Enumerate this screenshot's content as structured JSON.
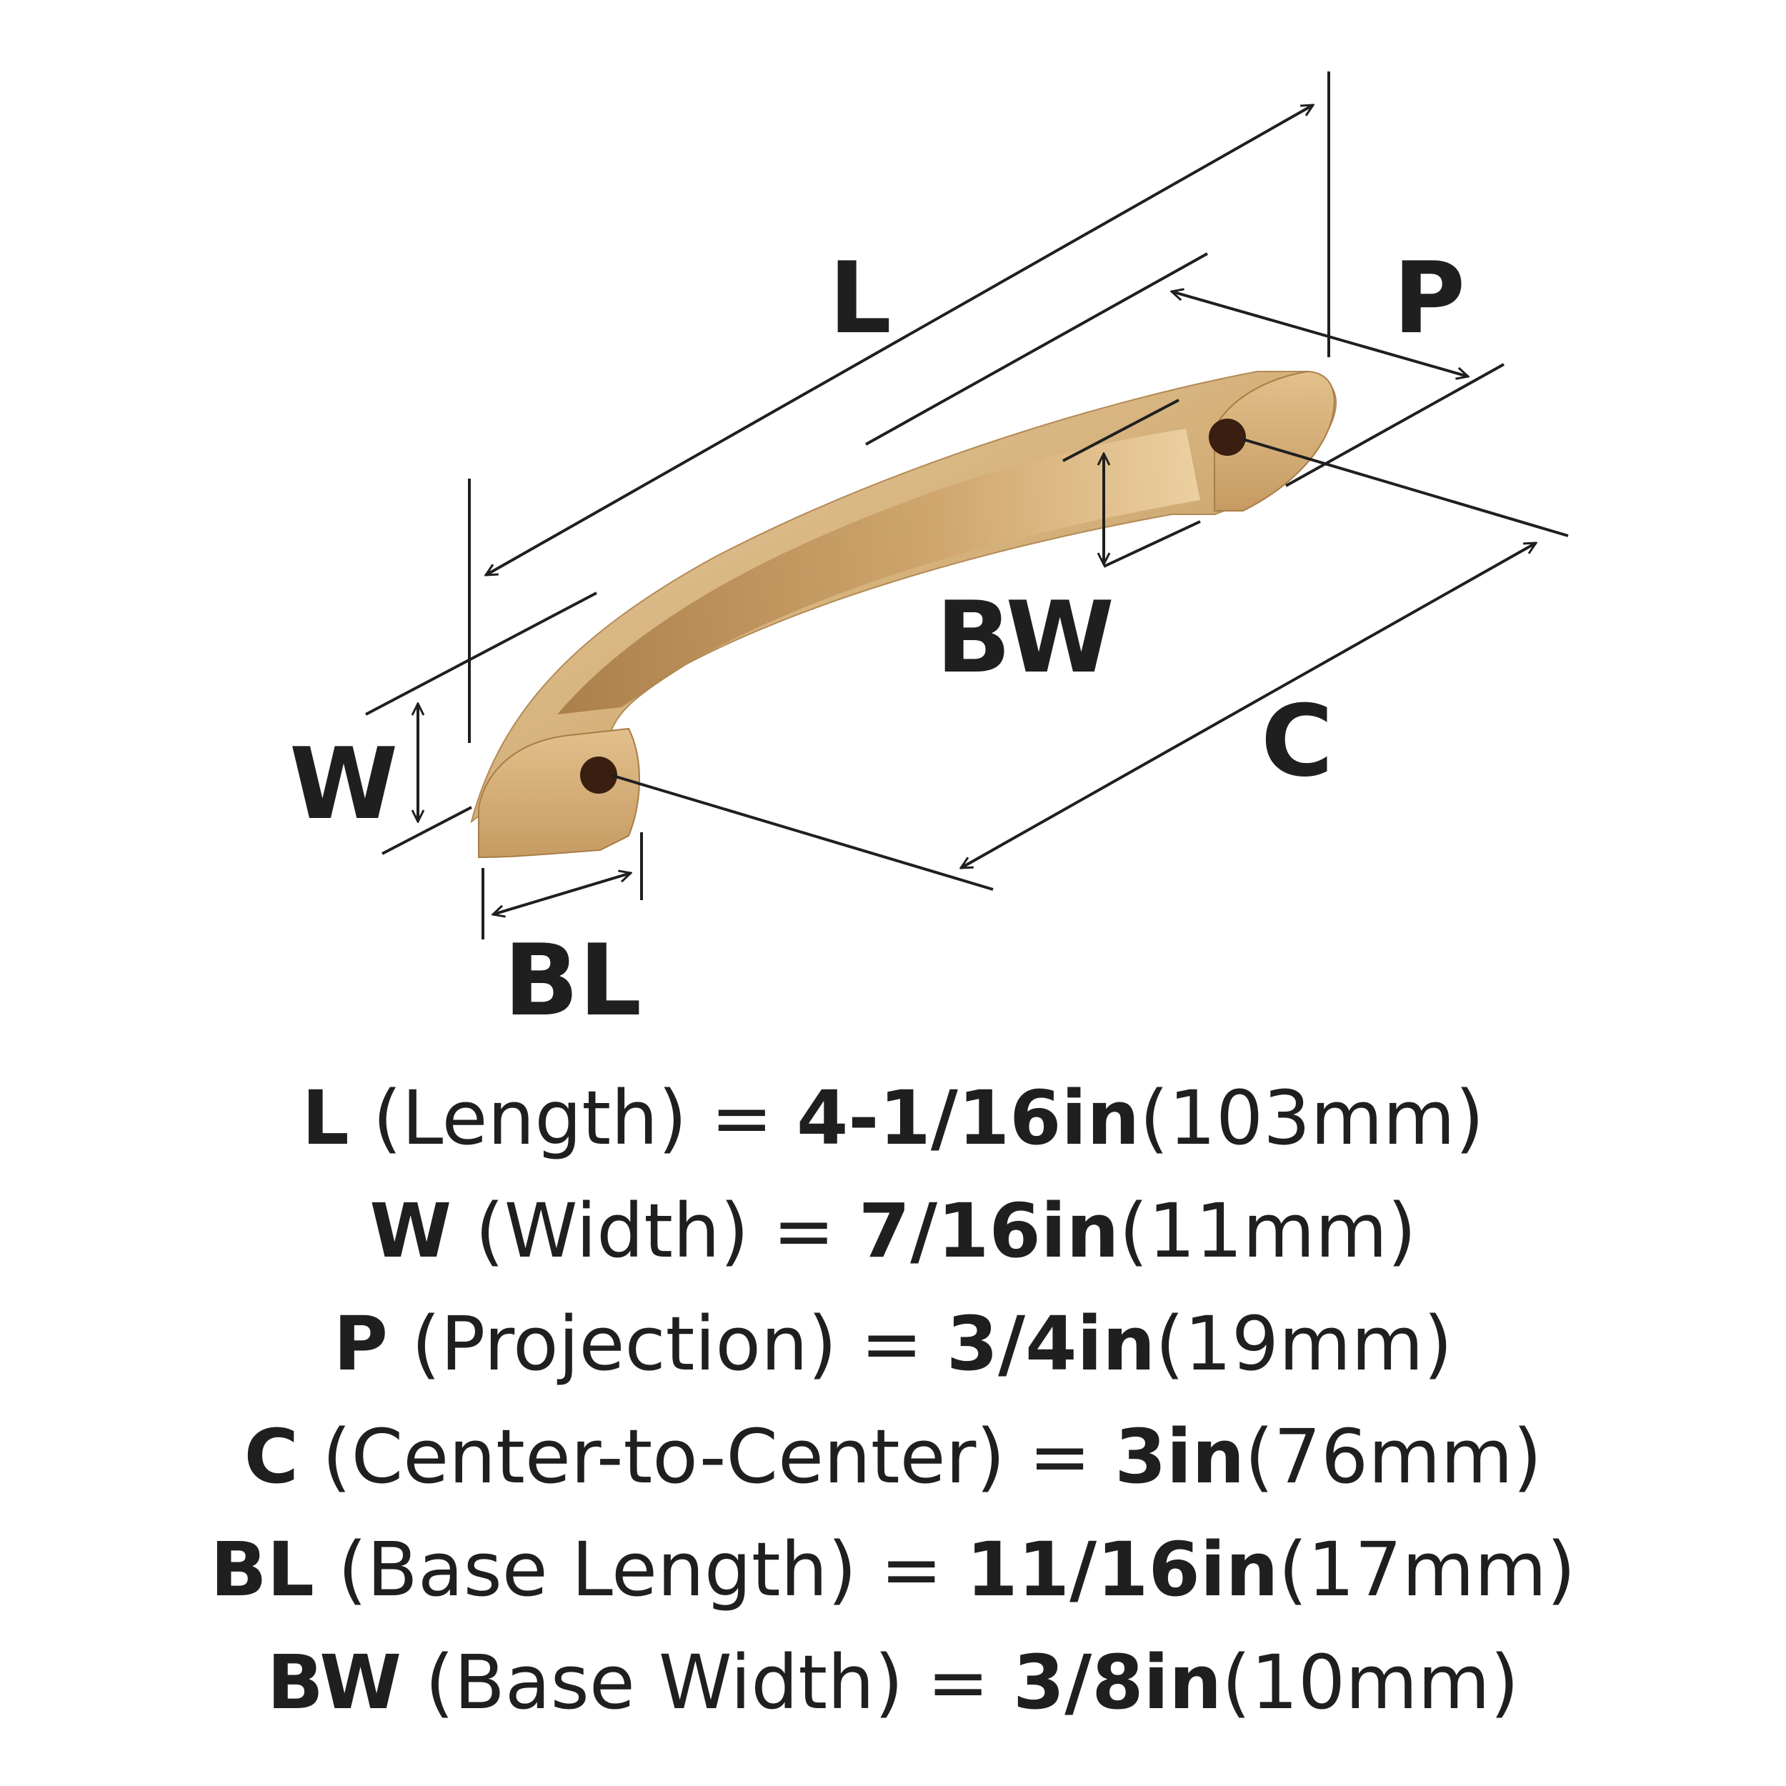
{
  "diagram": {
    "labels": {
      "L": "L",
      "P": "P",
      "BW": "BW",
      "C": "C",
      "W": "W",
      "BL": "BL"
    },
    "colors": {
      "line": "#1f1f1f",
      "finish_light": "#e8c99a",
      "finish_mid": "#c9a06a",
      "finish_dark": "#8a6234",
      "hole": "#3a1e10"
    }
  },
  "specs": [
    {
      "code": "L",
      "desc": " (Length) = ",
      "value": "4-1/16in",
      "metric": "(103mm)"
    },
    {
      "code": "W",
      "desc": " (Width) = ",
      "value": "7/16in",
      "metric": "(11mm)"
    },
    {
      "code": "P",
      "desc": " (Projection) = ",
      "value": "3/4in",
      "metric": "(19mm)"
    },
    {
      "code": "C",
      "desc": " (Center-to-Center) = ",
      "value": "3in",
      "metric": "(76mm)"
    },
    {
      "code": "BL",
      "desc": " (Base Length) = ",
      "value": "11/16in",
      "metric": "(17mm)"
    },
    {
      "code": "BW",
      "desc": " (Base Width) = ",
      "value": "3/8in",
      "metric": "(10mm)"
    }
  ]
}
